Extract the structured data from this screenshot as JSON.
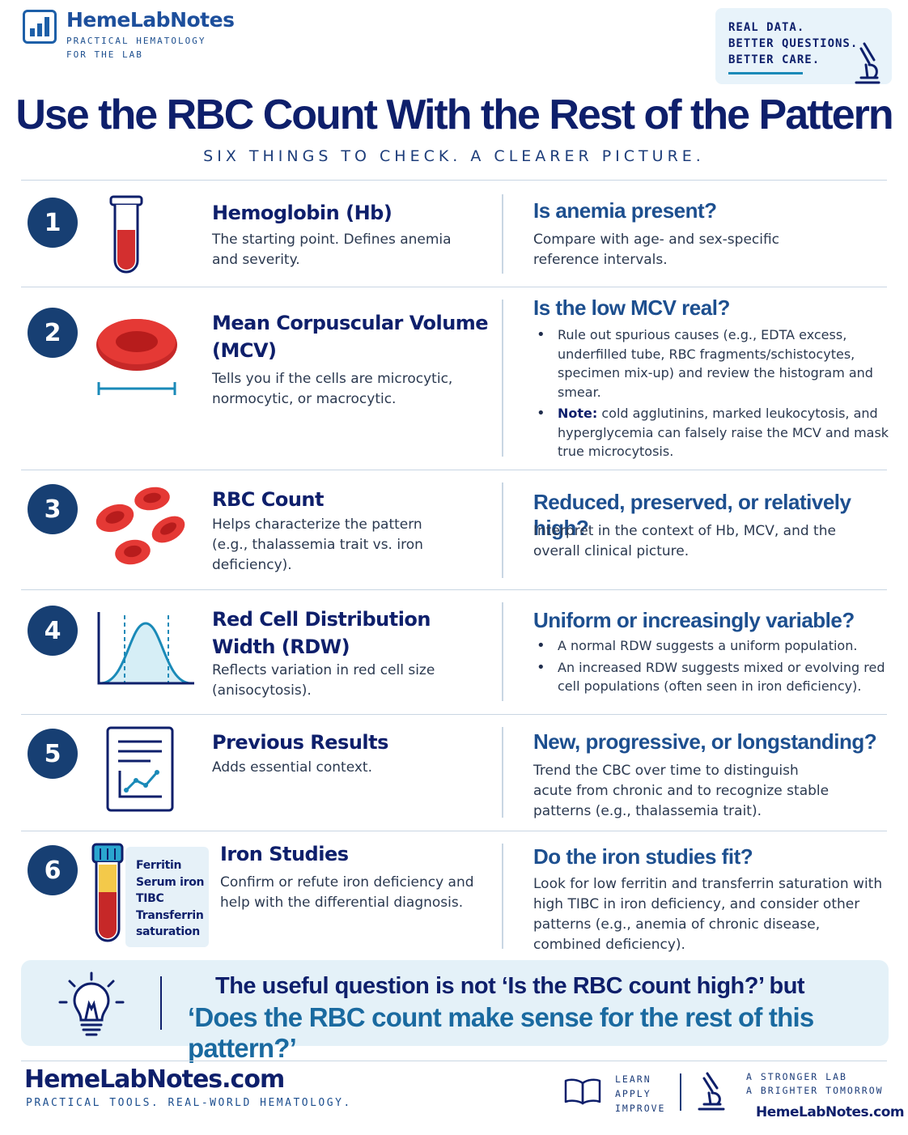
{
  "header": {
    "brand": "HemeLabNotes",
    "tagline_1": "PRACTICAL HEMATOLOGY",
    "tagline_2": "FOR THE LAB",
    "badge_lines": [
      "REAL DATA.",
      "BETTER QUESTIONS.",
      "BETTER CARE."
    ],
    "badge_icon": "microscope-icon"
  },
  "title": "Use the RBC Count With the Rest of the Pattern",
  "subtitle": "SIX THINGS TO CHECK. A CLEARER PICTURE.",
  "rows": [
    {
      "number": "1",
      "icon": "blood-tube-icon",
      "heading": "Hemoglobin (Hb)",
      "text": "The starting point. Defines anemia and severity.",
      "question": "Is anemia present?",
      "answer": "Compare with age- and sex-specific reference intervals."
    },
    {
      "number": "2",
      "icon": "red-blood-cell-icon",
      "heading": "Mean Corpuscular Volume (MCV)",
      "text": "Tells you if the cells are microcytic, normocytic, or macrocytic.",
      "question": "Is the low MCV real?",
      "bullets": [
        "Rule out spurious causes (e.g., EDTA excess, underfilled tube, RBC fragments/schistocytes, specimen mix-up) and review the histogram and smear.",
        "cold agglutinins, marked leukocytosis, and hyperglycemia can falsely raise the MCV and mask true microcytosis."
      ],
      "note_label": "Note:"
    },
    {
      "number": "3",
      "icon": "red-blood-cells-icon",
      "heading": "RBC Count",
      "text": "Helps characterize the pattern (e.g., thalassemia trait vs. iron deficiency).",
      "question": "Reduced, preserved, or relatively high?",
      "answer": "Interpret in the context of Hb, MCV, and the overall clinical picture."
    },
    {
      "number": "4",
      "icon": "distribution-curve-icon",
      "heading": "Red Cell Distribution Width (RDW)",
      "text": "Reflects variation in red cell size (anisocytosis).",
      "question": "Uniform or increasingly variable?",
      "bullets": [
        "A normal RDW suggests a uniform population.",
        "An increased RDW suggests mixed or evolving red cell populations (often seen in iron deficiency)."
      ]
    },
    {
      "number": "5",
      "icon": "report-chart-icon",
      "heading": "Previous Results",
      "text": "Adds essential context.",
      "question": "New, progressive, or longstanding?",
      "answer": "Trend the CBC over time to distinguish acute from chronic and to recognize stable patterns (e.g., thalassemia trait)."
    },
    {
      "number": "6",
      "icon": "serum-tube-icon",
      "tube_labels": [
        "Ferritin",
        "Serum iron",
        "TIBC",
        "Transferrin",
        "saturation"
      ],
      "heading": "Iron Studies",
      "text": "Confirm or refute iron deficiency and help with the differential diagnosis.",
      "question": "Do the iron studies fit?",
      "answer": "Look for low ferritin and transferrin saturation with high TIBC in iron deficiency, and consider other patterns (e.g., anemia of chronic disease, combined deficiency)."
    }
  ],
  "callout": {
    "icon": "lightbulb-icon",
    "line_1": "The useful question is not ‘Is the RBC count high?’ but",
    "line_2": "‘Does the RBC count make sense for the rest of this pattern?’"
  },
  "footer": {
    "site": "HemeLabNotes.com",
    "tagline": "PRACTICAL TOOLS. REAL-WORLD HEMATOLOGY.",
    "steps": [
      "LEARN",
      "APPLY",
      "IMPROVE"
    ],
    "motto_1": "A STRONGER LAB",
    "motto_2": "A BRIGHTER TOMORROW",
    "url": "HemeLabNotes.com"
  },
  "colors": {
    "navy": "#0e1f6b",
    "accent_blue": "#1d4f8f",
    "number_circle": "#173f73",
    "blood_red": "#d32f2f",
    "teal": "#1a8ab8",
    "callout_bg": "#e4f1f8"
  }
}
